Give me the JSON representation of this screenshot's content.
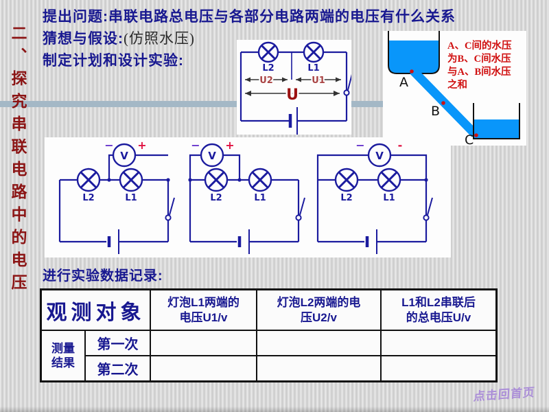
{
  "sidebar": {
    "title": "二、探究串联电路中的电压"
  },
  "header": {
    "line1": "提出问题:串联电路总电压与各部分电路两端的电压有什么关系",
    "line2_label": "猜想与假设:",
    "line2_note": "(仿照水压)",
    "line3": "制定计划和设计实验:"
  },
  "top_circuit": {
    "lamp_left": "L2",
    "lamp_right": "L1",
    "u2_label": "U2",
    "u1_label": "U1",
    "u_label": "U"
  },
  "water_diagram": {
    "note": "A、C间的水压\n为B、C间水压\n与A、B间水压\n之和",
    "label_a": "A",
    "label_b": "B",
    "label_c": "C",
    "water_color": "#0996fa"
  },
  "experiment_circuits": [
    {
      "variant": "voltmeter-across-L1",
      "lamp_left": "L2",
      "lamp_right": "L1",
      "meter": "V",
      "neg": "−",
      "pos": "+"
    },
    {
      "variant": "voltmeter-across-L2",
      "lamp_left": "L2",
      "lamp_right": "L1",
      "meter": "V",
      "neg": "−",
      "pos": "+"
    },
    {
      "variant": "voltmeter-across-both",
      "lamp_left": "L2",
      "lamp_right": "L1",
      "meter": "V",
      "neg": "−",
      "pos": "-"
    }
  ],
  "record_section": {
    "title": "进行实验数据记录:"
  },
  "table": {
    "col1_header": "观测对象",
    "col2_header": "灯泡L1两端的\n电压U1/v",
    "col3_header": "灯泡L2两端的电\n压U2/v",
    "col4_header": "L1和L2串联后\n的总电压U/v",
    "row_group": "测量\n结果",
    "row1_label": "第一次",
    "row2_label": "第二次",
    "measurements": [
      [
        "",
        "",
        ""
      ],
      [
        "",
        "",
        ""
      ]
    ]
  },
  "footer": {
    "home_link": "点击回首页"
  },
  "colors": {
    "title_navy": "#181890",
    "sidebar_red": "#8b1414",
    "note_red": "#d01010",
    "circuit_blue": "#1b1b9e",
    "accent_line": "#a4b8c6",
    "u_label_red": "#aa4444",
    "footer_purple": "#ab8ed8"
  }
}
